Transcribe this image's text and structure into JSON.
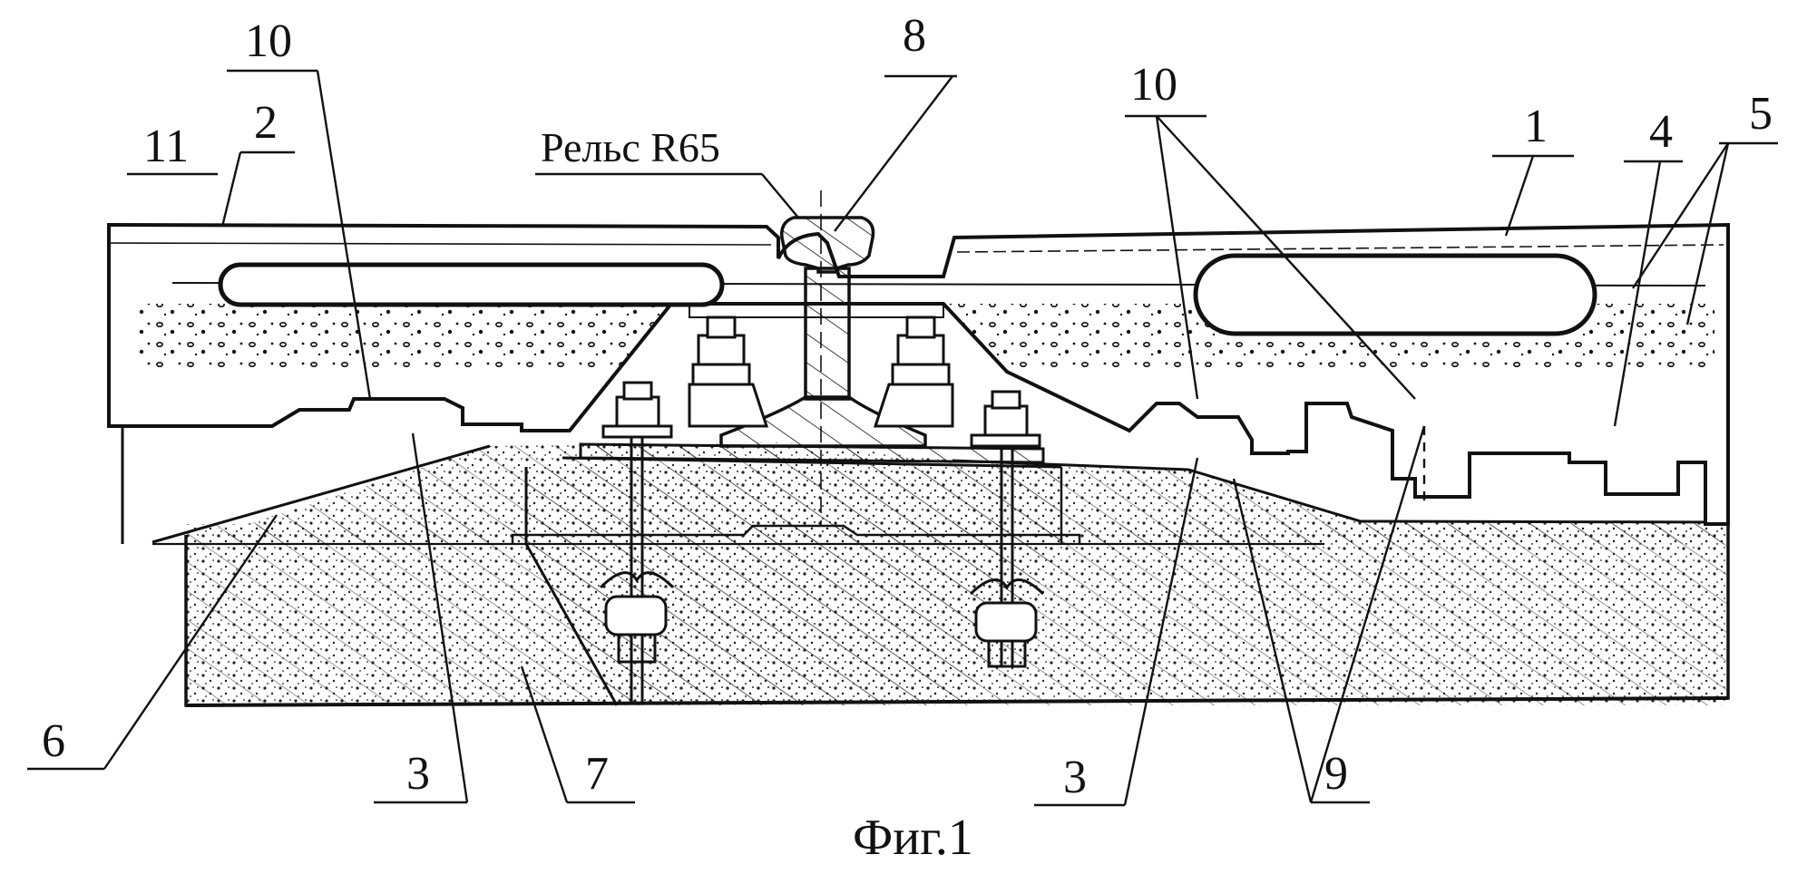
{
  "figure": {
    "caption": "Фиг.1",
    "rail_label": "Рельс R65",
    "colors": {
      "ink": "#111111",
      "paper": "#ffffff",
      "concrete_dots": "#222222"
    },
    "callouts": {
      "n1": "1",
      "n2": "2",
      "n3a": "3",
      "n3b": "3",
      "n4": "4",
      "n5": "5",
      "n6": "6",
      "n7": "7",
      "n8": "8",
      "n9": "9",
      "n10a": "10",
      "n10b": "10",
      "n11": "11"
    }
  }
}
